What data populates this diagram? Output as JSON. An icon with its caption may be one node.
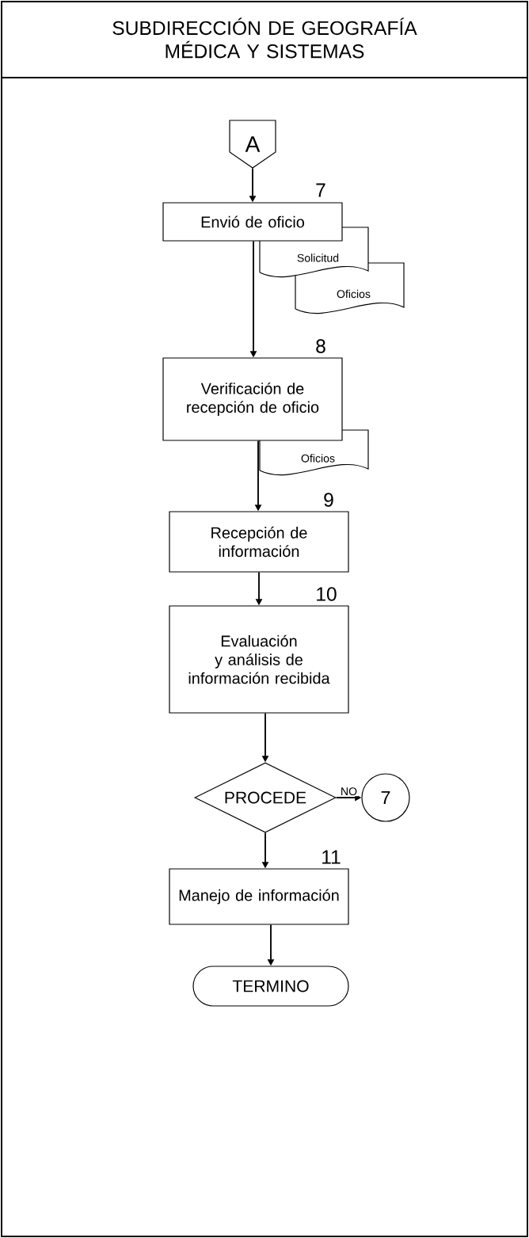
{
  "diagram": {
    "title": "SUBDIRECCIÓN DE GEOGRAFÍA MÉDICA Y SISTEMAS",
    "nodes": [
      {
        "text": [
          "A"
        ]
      },
      {
        "text": [
          "Envió de oficio"
        ],
        "beside": [
          "7"
        ]
      },
      {
        "text": [
          "Solicitud"
        ]
      },
      {
        "text": [
          "Oficios"
        ]
      },
      {
        "text": [
          "Verificación de recepción de oficio"
        ],
        "beside": [
          "8"
        ]
      },
      {
        "text": [
          "Oficios"
        ]
      },
      {
        "text": [
          "Recepción de información"
        ],
        "beside": [
          "9"
        ]
      },
      {
        "text": [
          "Evaluación y análisis de información recibida"
        ],
        "beside": [
          "10"
        ]
      },
      {
        "text": [
          "PROCEDE"
        ]
      },
      {
        "text": [
          "7"
        ]
      },
      {
        "text": [
          "Manejo de información"
        ],
        "beside": [
          "11"
        ]
      },
      {
        "text": [
          "TERMINO"
        ]
      }
    ],
    "edges": [
      {
        "from": 0,
        "to": 1,
        "arrow": "to"
      },
      {
        "from": 1,
        "to": 4,
        "arrow": "to"
      },
      {
        "from": 4,
        "to": 6,
        "arrow": "to"
      },
      {
        "from": 6,
        "to": 7,
        "arrow": "to"
      },
      {
        "from": 7,
        "to": 8,
        "arrow": "to"
      },
      {
        "from": 8,
        "to": 9,
        "arrow": "to",
        "label": "NO"
      },
      {
        "from": 8,
        "to": 10,
        "arrow": "to"
      },
      {
        "from": 10,
        "to": 11,
        "arrow": "to"
      }
    ]
  }
}
